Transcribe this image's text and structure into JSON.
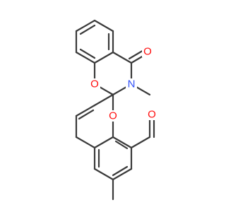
{
  "diagram": {
    "atoms": {
      "O1": {
        "label": "O",
        "color": "#ff0d0d"
      },
      "O2": {
        "label": "O",
        "color": "#ff0d0d"
      },
      "O3": {
        "label": "O",
        "color": "#ff0d0d"
      },
      "O4": {
        "label": "O",
        "color": "#ff0d0d"
      },
      "N1": {
        "label": "N",
        "color": "#3050f8"
      }
    },
    "bond_color": "#3a3a3a"
  }
}
